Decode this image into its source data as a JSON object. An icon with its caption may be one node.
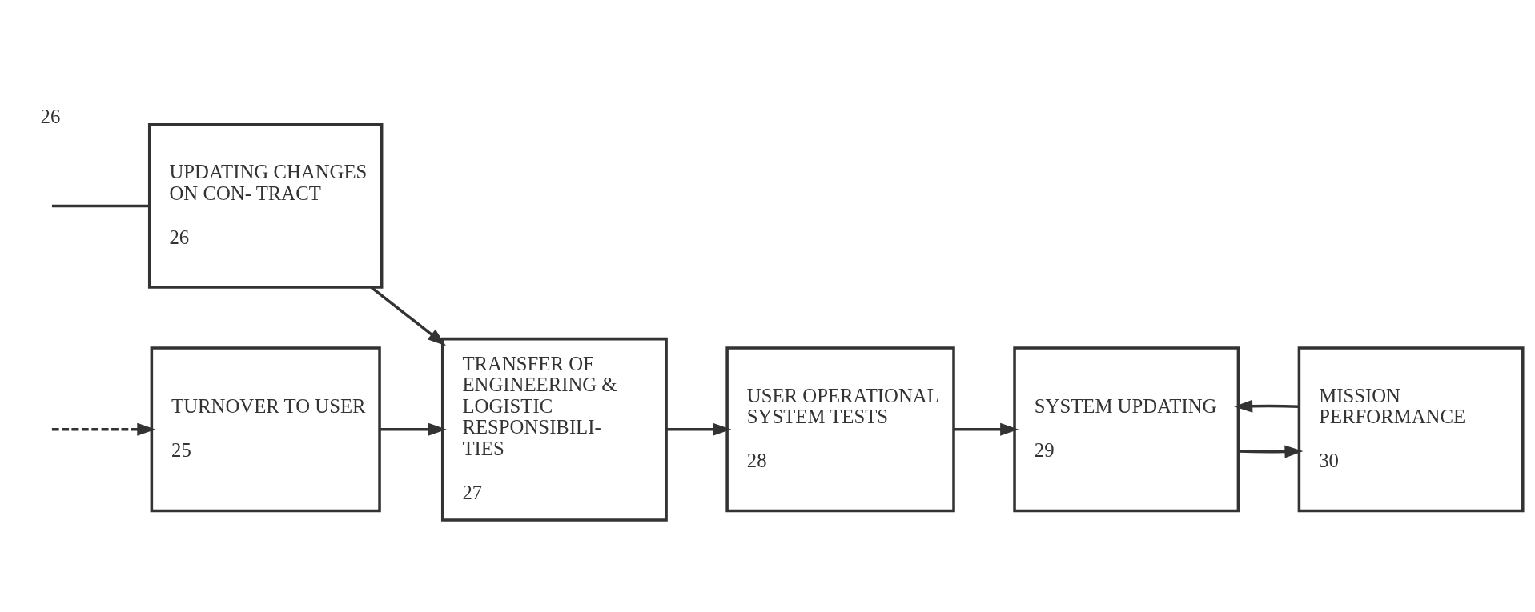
{
  "diagram": {
    "nodes": [
      {
        "text": [
          "TURNOVER TO USER",
          "25"
        ]
      },
      {
        "text": [
          "TRANSFER OF ENGINEERING & LOGISTIC RESPONSIBILI- TIES",
          "27"
        ]
      },
      {
        "text": [
          "USER OPERATIONAL SYSTEM TESTS",
          "28"
        ]
      },
      {
        "text": [
          "SYSTEM UPDATING",
          "29"
        ]
      },
      {
        "text": [
          "MISSION PERFORMANCE",
          "30"
        ]
      },
      {
        "text": [
          "UPDATING CHANGES ON CON- TRACT",
          "26"
        ]
      }
    ],
    "edges": [
      {
        "from": null,
        "to": 0,
        "arrow": "to",
        "style": "dashed"
      },
      {
        "from": null,
        "to": 5,
        "arrow": "none"
      },
      {
        "from": 0,
        "to": 1,
        "arrow": "to"
      },
      {
        "from": 5,
        "to": 1,
        "arrow": "to"
      },
      {
        "from": 1,
        "to": 2,
        "arrow": "to"
      },
      {
        "from": 2,
        "to": 3,
        "arrow": "to"
      },
      {
        "from": 3,
        "to": 4,
        "arrow": "to"
      },
      {
        "from": 4,
        "to": 3,
        "arrow": "to"
      }
    ],
    "labels": [
      "26"
    ]
  }
}
